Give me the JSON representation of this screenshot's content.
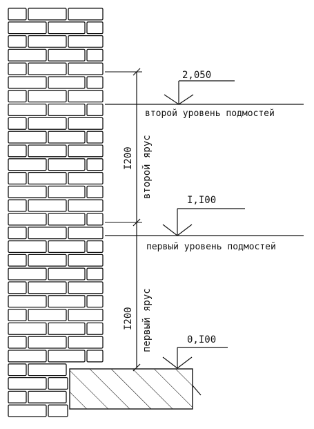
{
  "diagram": {
    "elevations": {
      "top": "2,050",
      "middle": "I,I00",
      "bottom": "0,I00"
    },
    "levels": {
      "second": "второй уровень подмостей",
      "first": "первый уровень подмостей"
    },
    "tiers": {
      "second": {
        "height": "I200",
        "name": "второй ярус"
      },
      "first": {
        "height": "I200",
        "name": "первый ярус"
      }
    }
  }
}
